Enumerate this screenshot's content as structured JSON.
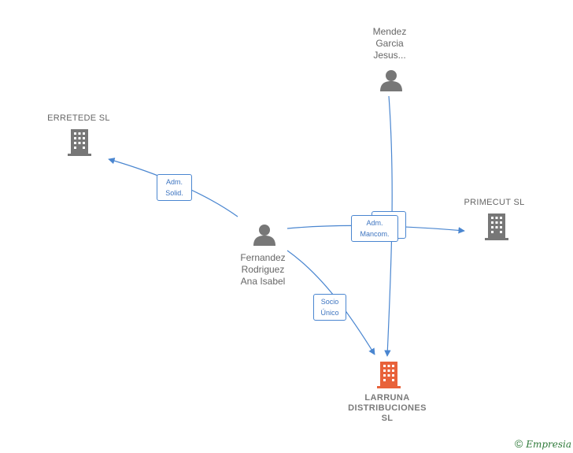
{
  "nodes": {
    "erretede": {
      "label": "ERRETEDE SL",
      "type": "company"
    },
    "primecut": {
      "label": "PRIMECUT  SL",
      "type": "company"
    },
    "mendez": {
      "lines": [
        "Mendez",
        "Garcia",
        "Jesus..."
      ],
      "type": "person"
    },
    "fernandez": {
      "lines": [
        "Fernandez",
        "Rodriguez",
        "Ana Isabel"
      ],
      "type": "person"
    },
    "larruna": {
      "lines": [
        "LARRUNA",
        "DISTRIBUCIONES",
        "SL"
      ],
      "type": "company",
      "highlight": true
    }
  },
  "edges": {
    "adm_solid": {
      "lines": [
        "Adm.",
        "Solid."
      ]
    },
    "adm_mancom": {
      "lines": [
        "Adm.",
        "Mancom."
      ]
    },
    "socio_unico": {
      "lines": [
        "Socio",
        "Único"
      ]
    }
  },
  "colors": {
    "line": "#4a86d0",
    "icon_gray": "#777777",
    "icon_main": "#e8623a",
    "watermark": "#2f7a3a"
  },
  "watermark": {
    "symbol": "©",
    "brand": "Empresia"
  }
}
